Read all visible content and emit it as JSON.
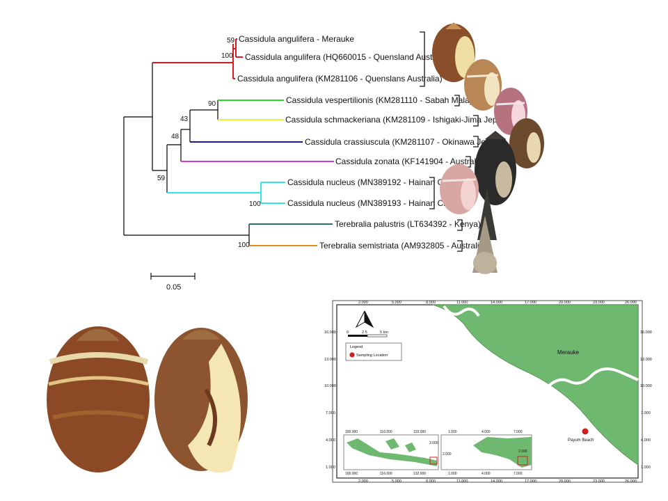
{
  "tree": {
    "taxa": [
      "Cassidula angulifera - Merauke",
      "Cassidula angulifera (HQ660015 - Quensland Australia)",
      "Cassidula angulifera (KM281106 - Quenslans Australia)",
      "Cassidula vespertilionis (KM281110 - Sabah Malaysia)",
      "Cassidula schmackeriana (KM281109 - Ishigaki-Jima Jepang)",
      "Cassidula crassiuscula (KM281107 - Okinawa Jepang)",
      "Cassidula zonata (KF141904 - Australia)",
      "Cassidula nucleus (MN389192 - Hainan Cina)",
      "Cassidula nucleus (MN389193 - Hainan Cina)",
      "Terebralia palustris (LT634392 - Kenya)",
      "Terebralia semistriata (AM932805 - Australia)"
    ],
    "bootstrap": [
      "59",
      "100",
      "90",
      "43",
      "48",
      "59",
      "100",
      "100"
    ],
    "scale_label": "0.05",
    "clade_colors": {
      "angulifera": "#e0191f",
      "vespertilionis": "#22dd22",
      "schmackeriana": "#f2f02a",
      "crassiuscula": "#1a1aa0",
      "zonata": "#d23cd2",
      "nucleus": "#33e6e6",
      "palustris": "#2f6f66",
      "semistriata": "#e08a1f"
    }
  },
  "map": {
    "top_ticks": [
      "2.000",
      "5.000",
      "8.000",
      "11.000",
      "14.000",
      "17.000",
      "20.000",
      "23.000",
      "26.000"
    ],
    "side_ticks": [
      "16.000",
      "13.000",
      "10.000",
      "7.000",
      "4.000",
      "1.000"
    ],
    "place_label": "Merauke",
    "site_label": "Payum Beach",
    "scale_values": [
      "0",
      "2.5",
      "5 km"
    ],
    "legend_title": "Legend",
    "legend_item": "Sampling Location",
    "inset1_top": [
      "100.000",
      "116.000",
      "132.000"
    ],
    "inset1_side": "3.000",
    "inset2_top": [
      "1.000",
      "4.000",
      "7.000"
    ],
    "inset2_side_left": "2.000",
    "inset2_side_right": "2.000",
    "colors": {
      "land": "#6fb86f",
      "site": "#cc1f1f",
      "frame": "#222222"
    }
  },
  "icons": {
    "north_arrow": "north-arrow-icon"
  }
}
